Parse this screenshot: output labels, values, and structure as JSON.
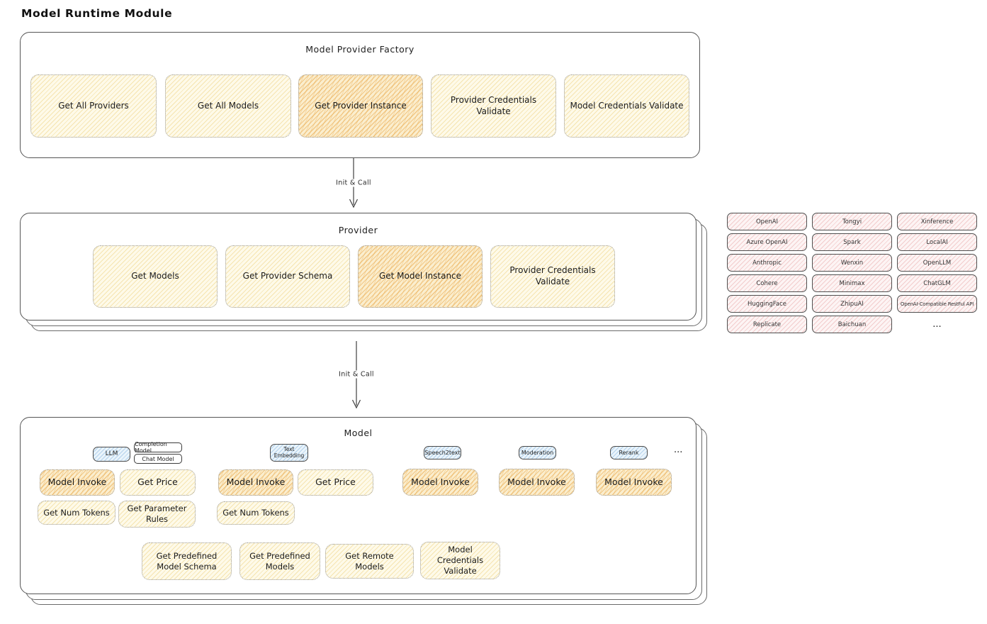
{
  "page": {
    "title": "Model Runtime Module"
  },
  "factory": {
    "title": "Model Provider Factory",
    "buttons": [
      {
        "label": "Get All Providers",
        "highlight": false
      },
      {
        "label": "Get All Models",
        "highlight": false
      },
      {
        "label": "Get Provider Instance",
        "highlight": true
      },
      {
        "label": "Provider Credentials Validate",
        "highlight": false
      },
      {
        "label": "Model Credentials Validate",
        "highlight": false
      }
    ]
  },
  "arrow1": {
    "label": "Init & Call"
  },
  "arrow2": {
    "label": "Init & Call"
  },
  "provider": {
    "title": "Provider",
    "buttons": [
      {
        "label": "Get Models",
        "highlight": false
      },
      {
        "label": "Get Provider Schema",
        "highlight": false
      },
      {
        "label": "Get Model Instance",
        "highlight": true
      },
      {
        "label": "Provider Credentials Validate",
        "highlight": false
      }
    ]
  },
  "provider_list": {
    "items": [
      "OpenAI",
      "Tongyi",
      "Xinference",
      "Azure OpenAI",
      "Spark",
      "LocalAI",
      "Anthropic",
      "Wenxin",
      "OpenLLM",
      "Cohere",
      "Minimax",
      "ChatGLM",
      "HuggingFace",
      "ZhipuAI",
      "OpenAI-Compatible RestFul API",
      "Replicate",
      "Baichuan"
    ],
    "more": "..."
  },
  "model": {
    "title": "Model",
    "more": "...",
    "groups": {
      "llm": {
        "tag": "LLM",
        "subtags": [
          "Completion Model",
          "Chat Model"
        ],
        "buttons": [
          "Model Invoke",
          "Get Price",
          "Get Num Tokens",
          "Get Parameter Rules"
        ]
      },
      "text_embedding": {
        "tag": "Text Embedding",
        "buttons": [
          "Model Invoke",
          "Get Price",
          "Get Num Tokens"
        ]
      },
      "speech2text": {
        "tag": "Speech2text",
        "buttons": [
          "Model Invoke"
        ]
      },
      "moderation": {
        "tag": "Moderation",
        "buttons": [
          "Model Invoke"
        ]
      },
      "rerank": {
        "tag": "Rerank",
        "buttons": [
          "Model Invoke"
        ]
      }
    },
    "common_buttons": [
      "Get Predefined Model Schema",
      "Get Predefined Models",
      "Get Remote Models",
      "Model Credentials Validate"
    ]
  },
  "colors": {
    "node_yellow": "#FCF5DC",
    "node_highlight_orange": "#F7DEA6",
    "provider_chip_pink": "#FAE9E9",
    "tag_blue": "#DDEDF9",
    "stroke": "#4a4a4a"
  }
}
